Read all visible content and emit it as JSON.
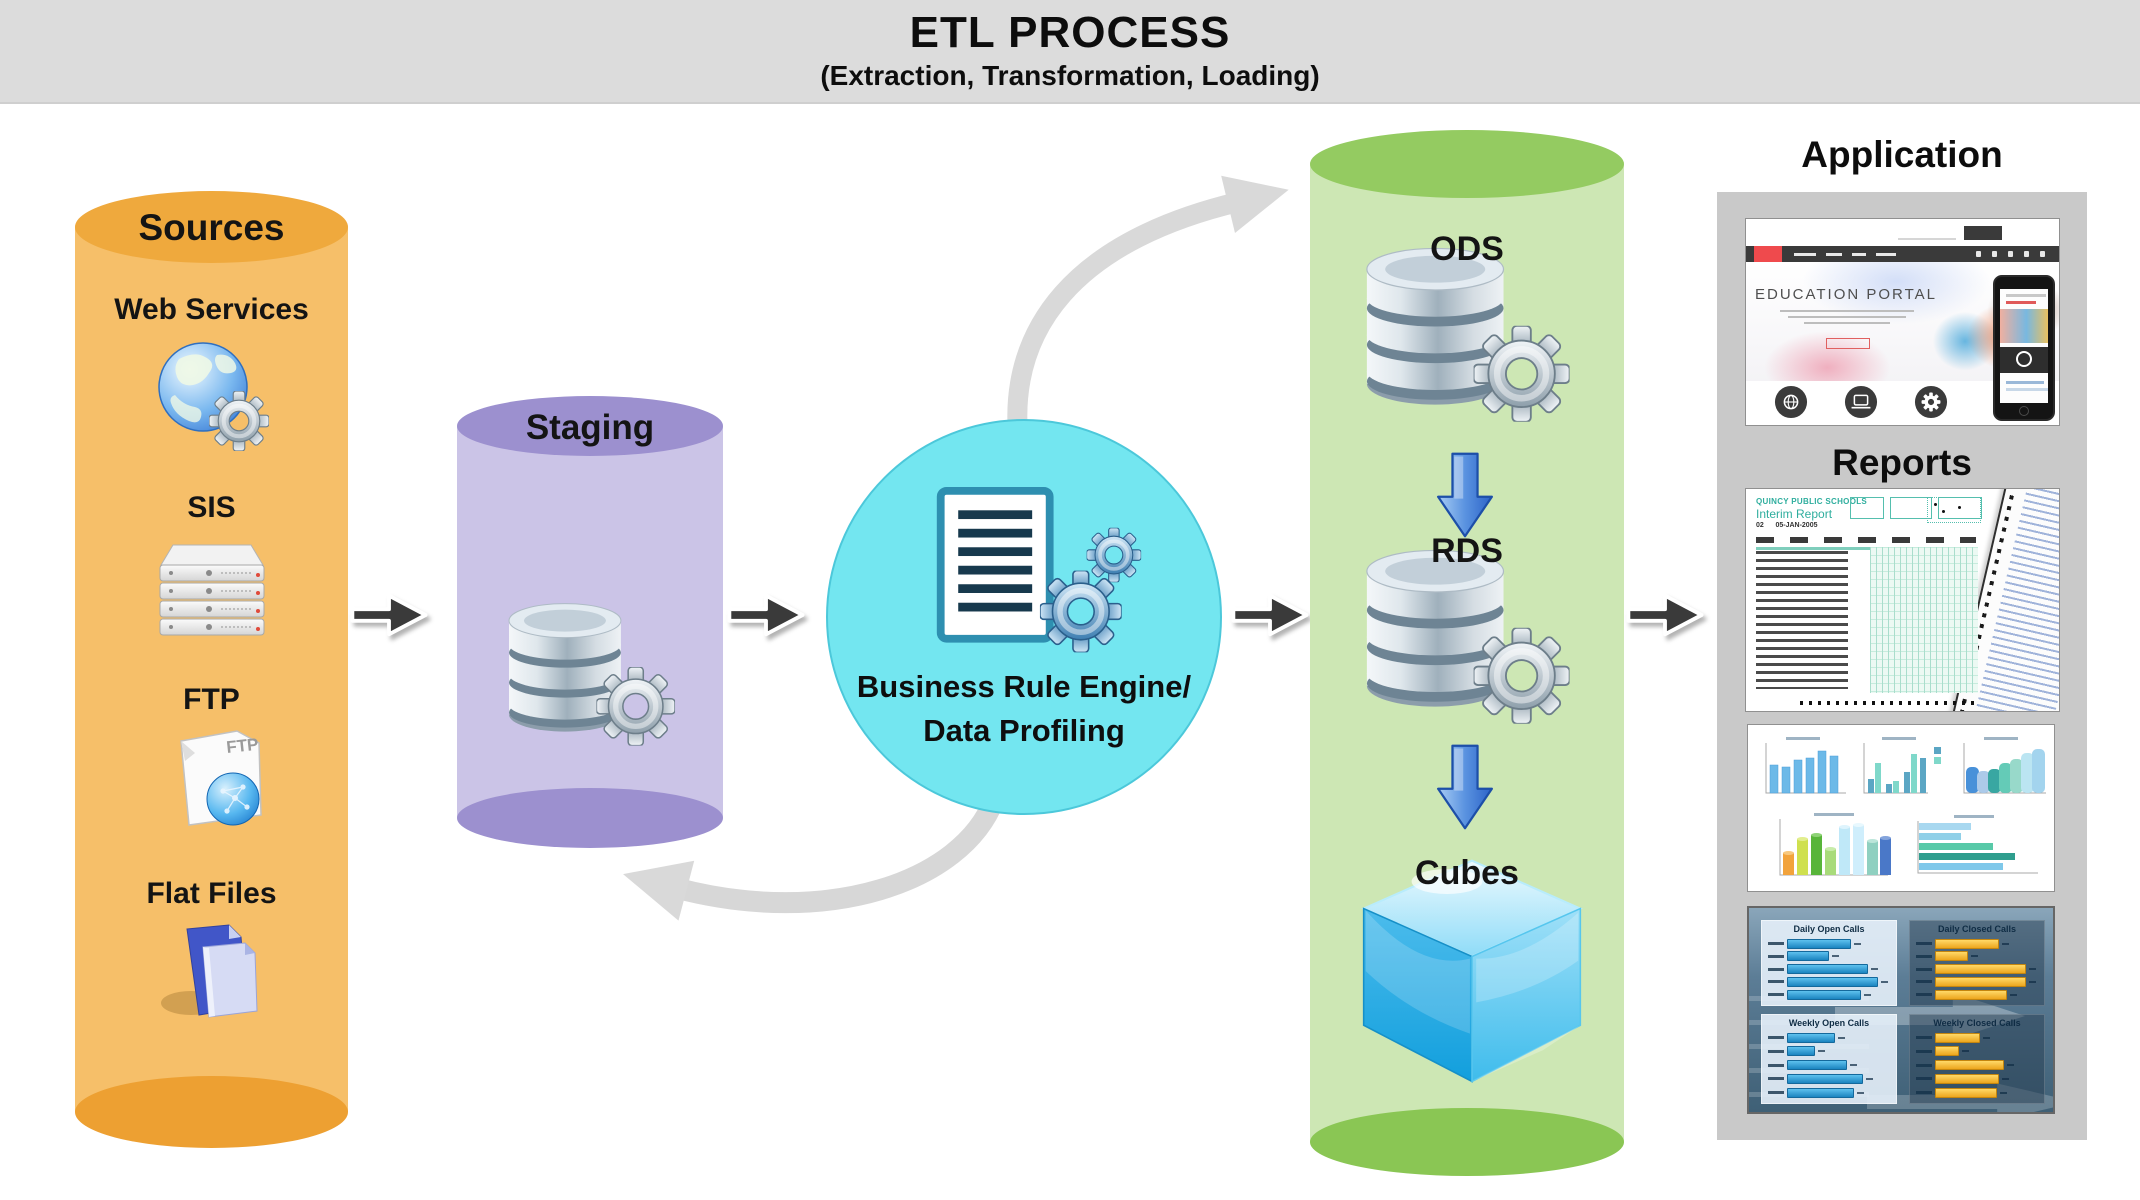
{
  "header": {
    "title": "ETL PROCESS",
    "subtitle": "(Extraction, Transformation, Loading)"
  },
  "sources": {
    "label": "Sources",
    "items": [
      {
        "label": "Web Services",
        "icon": "globe-gear-icon"
      },
      {
        "label": "SIS",
        "icon": "server-stack-icon"
      },
      {
        "label": "FTP",
        "icon": "ftp-document-icon"
      },
      {
        "label": "Flat Files",
        "icon": "documents-icon"
      }
    ]
  },
  "staging": {
    "label": "Staging",
    "icon": "database-gear-icon"
  },
  "engine": {
    "line1": "Business Rule Engine/",
    "line2": "Data Profiling",
    "icon": "document-gears-icon"
  },
  "warehouse": {
    "ods": {
      "label": "ODS",
      "icon": "database-gear-icon"
    },
    "rds": {
      "label": "RDS",
      "icon": "database-gear-icon"
    },
    "cubes": {
      "label": "Cubes",
      "icon": "cube-icon"
    }
  },
  "outputs": {
    "application_heading": "Application",
    "reports_heading": "Reports",
    "app_preview": {
      "title": "EDUCATION PORTAL"
    },
    "report_preview": {
      "org": "QUINCY PUBLIC SCHOOLS",
      "title": "Interim Report",
      "meta": "02      05-JAN-2005"
    },
    "dashboard": {
      "panels": [
        {
          "title": "Daily Open Calls"
        },
        {
          "title": "Daily Closed Calls"
        },
        {
          "title": "Weekly Open Calls"
        },
        {
          "title": "Weekly Closed Calls"
        }
      ]
    }
  },
  "colors": {
    "header_band": "#dcdcdc",
    "sources_body": "#F6BF69",
    "sources_cap": "#EFA93D",
    "staging_body": "#CBC4E7",
    "staging_cap": "#9C90CF",
    "engine_fill": "#73E6F0",
    "warehouse_body": "#CDE7B4",
    "warehouse_cap": "#94CB61",
    "flow_arrow": "#3a3a3a",
    "loop_arrow": "#d9d9d9",
    "down_arrow_blue": "#2c63c8",
    "output_panel": "#c9c9c9",
    "dashboard_bar_blue": "#1b84c0",
    "dashboard_bar_yellow": "#eca61e"
  }
}
